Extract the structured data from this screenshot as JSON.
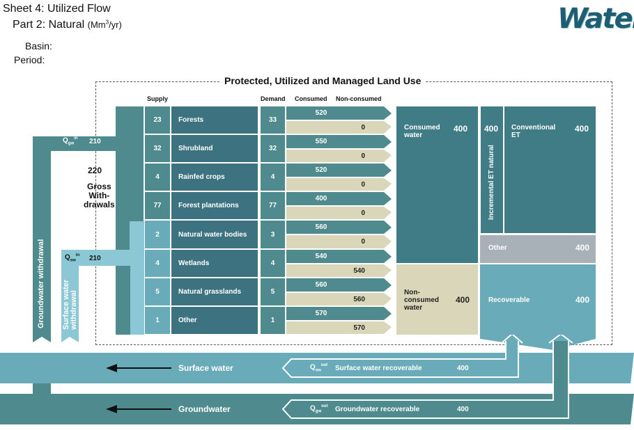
{
  "header": {
    "sheet_title": "Sheet 4: Utilized Flow",
    "part_title": "Part 2: Natural",
    "unit_prefix": "(Mm",
    "unit_sup": "3",
    "unit_suffix": "/yr)",
    "basin_label": "Basin:",
    "period_label": "Period:",
    "logo_text": "Water"
  },
  "section_title": "Protected, Utilized and Managed Land Use",
  "columns": {
    "supply": "Supply",
    "demand": "Demand",
    "consumed": "Consumed",
    "non_consumed": "Non-consumed"
  },
  "rows": [
    {
      "label": "Forests",
      "supply": "23",
      "demand": "33",
      "consumed": "520",
      "non_consumed": "0"
    },
    {
      "label": "Shrubland",
      "supply": "32",
      "demand": "32",
      "consumed": "550",
      "non_consumed": "0"
    },
    {
      "label": "Rainfed crops",
      "supply": "4",
      "demand": "4",
      "consumed": "520",
      "non_consumed": "0"
    },
    {
      "label": "Forest plantations",
      "supply": "77",
      "demand": "77",
      "consumed": "400",
      "non_consumed": "0"
    },
    {
      "label": "Natural water bodies",
      "supply": "2",
      "demand": "3",
      "consumed": "560",
      "non_consumed": "0"
    },
    {
      "label": "Wetlands",
      "supply": "4",
      "demand": "4",
      "consumed": "540",
      "non_consumed": "540"
    },
    {
      "label": "Natural grasslands",
      "supply": "5",
      "demand": "5",
      "consumed": "560",
      "non_consumed": "560"
    },
    {
      "label": "Other",
      "supply": "1",
      "demand": "1",
      "consumed": "570",
      "non_consumed": "570"
    }
  ],
  "left": {
    "qgw_in_label": "Q",
    "qgw_in_sub": "gw",
    "qgw_in_sup": "in",
    "qgw_in_value": "210",
    "qsw_in_label": "Q",
    "qsw_in_sub": "sw",
    "qsw_in_sup": "in",
    "qsw_in_value": "210",
    "gross_value": "220",
    "gross_label_1": "Gross",
    "gross_label_2": "With-",
    "gross_label_3": "drawals",
    "gw_withdrawal": "Groundwater withdrawal",
    "sw_withdrawal_1": "Surface water",
    "sw_withdrawal_2": "withdrawal"
  },
  "right": {
    "consumed_water_1": "Consumed",
    "consumed_water_2": "water",
    "consumed_water_value": "400",
    "incremental_value": "400",
    "incremental_label": "Incremental ET natural",
    "conventional_1": "Conventional",
    "conventional_2": "ET",
    "conventional_value": "400",
    "other_label": "Other",
    "other_value": "400",
    "non_consumed_1": "Non-",
    "non_consumed_2": "consumed",
    "non_consumed_3": "water",
    "non_consumed_value": "400",
    "recoverable_label": "Recoverable",
    "recoverable_value": "400"
  },
  "bottom": {
    "surface_water": "Surface water",
    "groundwater": "Groundwater",
    "q_label": "Q",
    "sw_sub": "sw",
    "gw_sub": "gw",
    "out_sup": "out",
    "sw_recoverable": "Surface water recoverable",
    "sw_recoverable_value": "400",
    "gw_recoverable": "Groundwater recoverable",
    "gw_recoverable_value": "400"
  },
  "colors": {
    "dark_teal": "#3d7380",
    "teal": "#4e8a8e",
    "light_blue": "#8cc7d6",
    "mid_blue": "#6aabb9",
    "tan": "#d9d6ba",
    "grey": "#a8b0b8"
  }
}
